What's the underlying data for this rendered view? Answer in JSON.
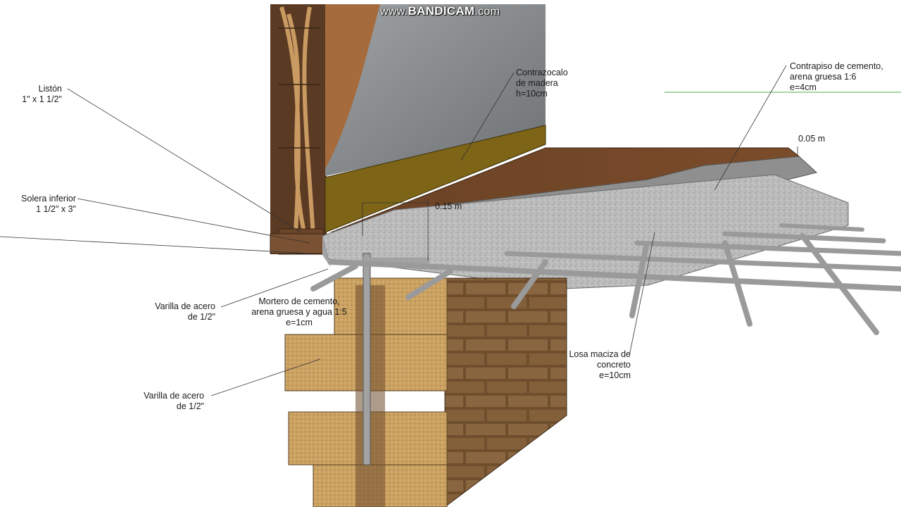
{
  "watermark": {
    "prefix": "www.",
    "brand": "BANDICAM",
    "suffix": ".com"
  },
  "labels": {
    "liston": {
      "line1": "Listón",
      "line2": "1\" x 1 1/2\""
    },
    "solera": {
      "line1": "Solera inferior",
      "line2": "1 1/2\" x 3\""
    },
    "contrazocalo": {
      "line1": "Contrazocalo",
      "line2": "de  madera",
      "line3": "h=10cm"
    },
    "contrapiso": {
      "line1": "Contrapiso de cemento,",
      "line2": "arena gruesa 1:6",
      "line3": "e=4cm"
    },
    "dim_005": "0.05 m",
    "dim_015": "0.15 m",
    "varilla_1": {
      "line1": "Varilla de acero",
      "line2": "de 1/2\""
    },
    "mortero": {
      "line1": "Mortero de cemento,",
      "line2": "arena gruesa y agua 1:5",
      "line3": "e=1cm"
    },
    "losa": {
      "line1": "Losa maciza de",
      "line2": "concreto",
      "line3": "e=10cm"
    },
    "varilla_2": {
      "line1": "Varilla de acero",
      "line2": "de 1/2\""
    }
  },
  "colors": {
    "wood_dark": "#5a3a22",
    "wood_floor": "#6e4426",
    "baseboard": "#7d6416",
    "wall_gray": "#8f9294",
    "concrete": "#bdbdbd",
    "brick": "#cfa96a",
    "brick_dark": "#6b4a2c",
    "rebar": "#9a9a9a",
    "green_line": "#4caf50"
  }
}
